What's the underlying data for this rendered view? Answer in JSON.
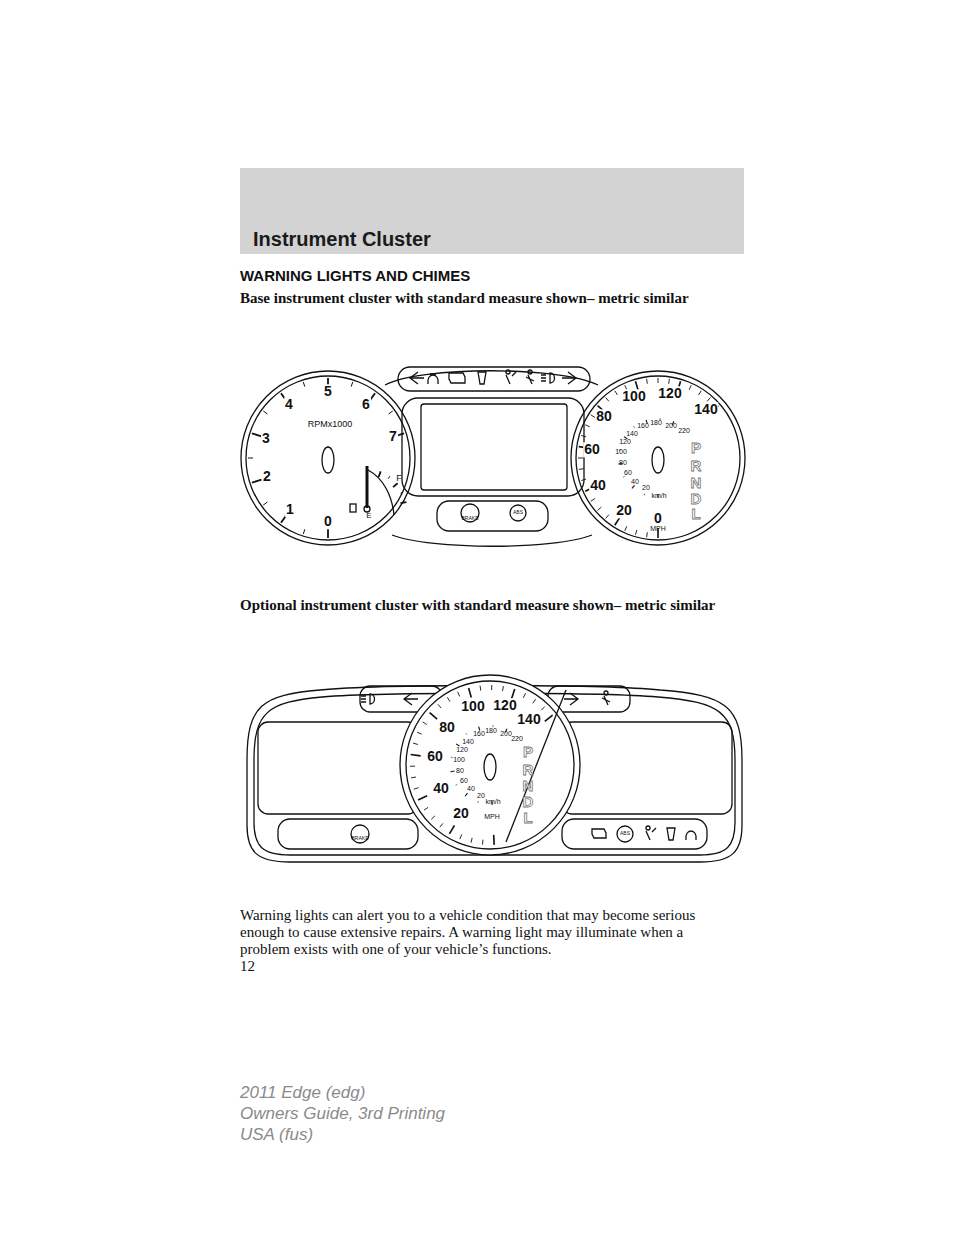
{
  "diagram": {
    "title": "Instrument Cluster",
    "labels": [
      "WARNING LIGHTS AND CHIMES",
      "Base instrument cluster with standard measure shown– metric similar",
      "0",
      "1",
      "2",
      "3",
      "4",
      "5",
      "6",
      "7",
      "RPMx1000",
      "F",
      "E",
      "0",
      "20",
      "40",
      "60",
      "80",
      "100",
      "120",
      "140",
      "20",
      "40",
      "60",
      "80",
      "100",
      "120",
      "140",
      "160",
      "180",
      "200",
      "220",
      "km/h",
      "MPH",
      "P",
      "R",
      "N",
      "D",
      "L",
      "BRAKE",
      "ABS",
      "Optional instrument cluster with standard measure shown– metric similar",
      "20",
      "40",
      "60",
      "80",
      "100",
      "120",
      "140",
      "20",
      "40",
      "60",
      "80",
      "100",
      "120",
      "140",
      "160",
      "180",
      "200",
      "220",
      "km/h",
      "MPH",
      "P",
      "R",
      "N",
      "D",
      "L",
      "BRAKE",
      "ABS",
      "Warning lights can alert you to a vehicle condition that may become serious enough to cause extensive repairs. A warning light may illuminate when a problem exists with one of your vehicle’s functions.",
      "12",
      "2011 Edge (edg)",
      "Owners Guide, 3rd Printing",
      "USA (fus)"
    ]
  }
}
